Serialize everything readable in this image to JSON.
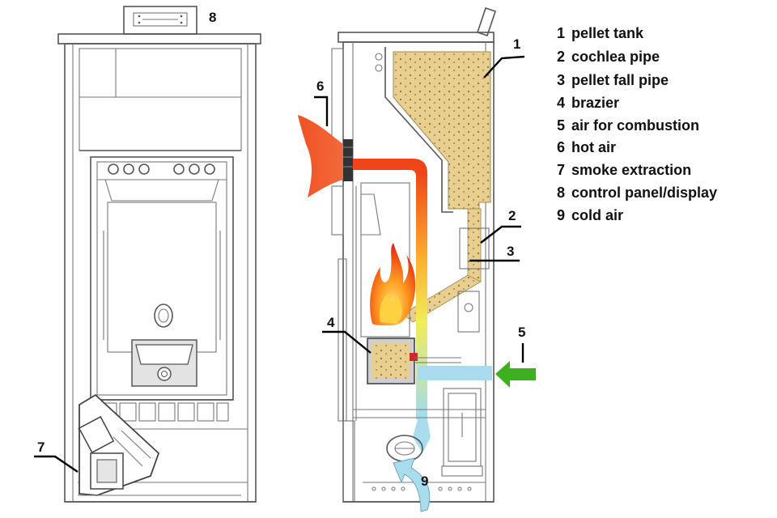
{
  "legend": [
    {
      "num": "1",
      "text": "pellet tank"
    },
    {
      "num": "2",
      "text": "cochlea pipe"
    },
    {
      "num": "3",
      "text": "pellet fall pipe"
    },
    {
      "num": "4",
      "text": "brazier"
    },
    {
      "num": "5",
      "text": "air for combustion"
    },
    {
      "num": "6",
      "text": "hot air"
    },
    {
      "num": "7",
      "text": "smoke extraction"
    },
    {
      "num": "8",
      "text": "control panel/display"
    },
    {
      "num": "9",
      "text": "cold air"
    }
  ],
  "callouts": {
    "c1": "1",
    "c2": "2",
    "c3": "3",
    "c4": "4",
    "c5": "5",
    "c6": "6",
    "c7": "7",
    "c8": "8",
    "c9": "9"
  },
  "colors": {
    "pellet": "#e8cf8f",
    "flame_outer": "#f04010",
    "flame_inner": "#ffd030",
    "hot_air": "#f25a2a",
    "cold_air": "#a9dced",
    "combustion_arrow": "#3cb01e"
  }
}
